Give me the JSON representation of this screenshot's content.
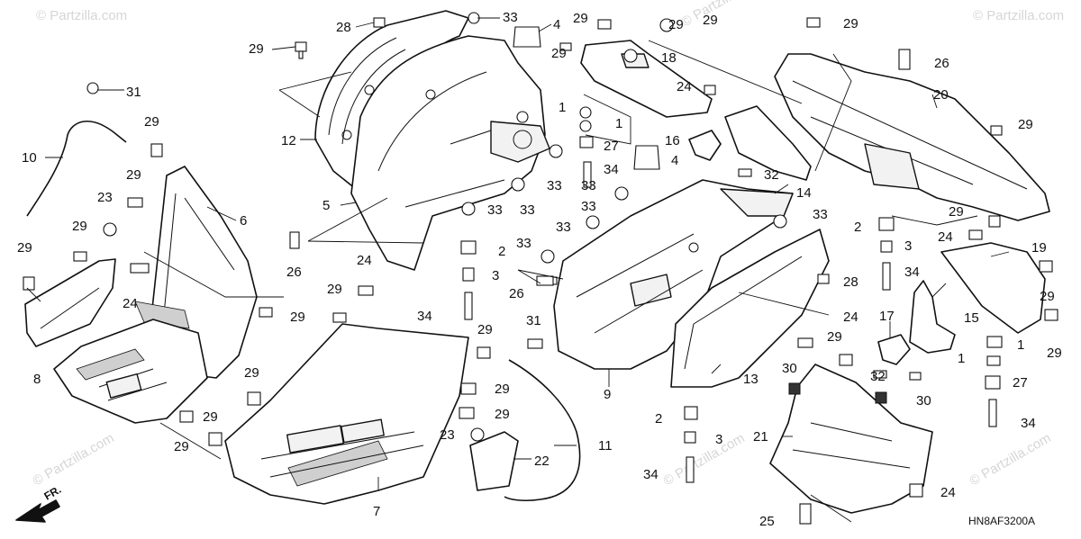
{
  "watermark": {
    "text": "© Partzilla.com"
  },
  "diagram_code": "HN8AF3200A",
  "direction_label": "FR.",
  "callouts": [
    {
      "id": "c1",
      "number": "1"
    },
    {
      "id": "c2",
      "number": "1"
    },
    {
      "id": "c3",
      "number": "1"
    },
    {
      "id": "c4",
      "number": "1"
    },
    {
      "id": "c5",
      "number": "2"
    },
    {
      "id": "c6",
      "number": "2"
    },
    {
      "id": "c7",
      "number": "2"
    },
    {
      "id": "c8",
      "number": "3"
    },
    {
      "id": "c9",
      "number": "3"
    },
    {
      "id": "c10",
      "number": "3"
    },
    {
      "id": "c11",
      "number": "4"
    },
    {
      "id": "c12",
      "number": "4"
    },
    {
      "id": "c13",
      "number": "5"
    },
    {
      "id": "c14",
      "number": "6"
    },
    {
      "id": "c15",
      "number": "7"
    },
    {
      "id": "c16",
      "number": "8"
    },
    {
      "id": "c17",
      "number": "9"
    },
    {
      "id": "c18",
      "number": "10"
    },
    {
      "id": "c19",
      "number": "11"
    },
    {
      "id": "c20",
      "number": "12"
    },
    {
      "id": "c21",
      "number": "13"
    },
    {
      "id": "c22",
      "number": "14"
    },
    {
      "id": "c23",
      "number": "15"
    },
    {
      "id": "c24",
      "number": "16"
    },
    {
      "id": "c25",
      "number": "17"
    },
    {
      "id": "c26",
      "number": "18"
    },
    {
      "id": "c27",
      "number": "19"
    },
    {
      "id": "c28",
      "number": "20"
    },
    {
      "id": "c29",
      "number": "21"
    },
    {
      "id": "c30",
      "number": "22"
    },
    {
      "id": "c31",
      "number": "23"
    },
    {
      "id": "c32",
      "number": "23"
    },
    {
      "id": "c33",
      "number": "24"
    },
    {
      "id": "c34",
      "number": "24"
    },
    {
      "id": "c35",
      "number": "24"
    },
    {
      "id": "c36",
      "number": "24"
    },
    {
      "id": "c37",
      "number": "24"
    },
    {
      "id": "c38",
      "number": "24"
    },
    {
      "id": "c39",
      "number": "25"
    },
    {
      "id": "c40",
      "number": "26"
    },
    {
      "id": "c41",
      "number": "26"
    },
    {
      "id": "c42",
      "number": "26"
    },
    {
      "id": "c43",
      "number": "27"
    },
    {
      "id": "c44",
      "number": "27"
    },
    {
      "id": "c45",
      "number": "28"
    },
    {
      "id": "c46",
      "number": "28"
    },
    {
      "id": "c47",
      "number": "29"
    },
    {
      "id": "c48",
      "number": "29"
    },
    {
      "id": "c49",
      "number": "29"
    },
    {
      "id": "c50",
      "number": "29"
    },
    {
      "id": "c51",
      "number": "29"
    },
    {
      "id": "c52",
      "number": "29"
    },
    {
      "id": "c53",
      "number": "29"
    },
    {
      "id": "c54",
      "number": "29"
    },
    {
      "id": "c55",
      "number": "29"
    },
    {
      "id": "c56",
      "number": "29"
    },
    {
      "id": "c57",
      "number": "29"
    },
    {
      "id": "c58",
      "number": "29"
    },
    {
      "id": "c59",
      "number": "29"
    },
    {
      "id": "c60",
      "number": "29"
    },
    {
      "id": "c61",
      "number": "29"
    },
    {
      "id": "c62",
      "number": "29"
    },
    {
      "id": "c63",
      "number": "29"
    },
    {
      "id": "c64",
      "number": "29"
    },
    {
      "id": "c65",
      "number": "29"
    },
    {
      "id": "c66",
      "number": "29"
    },
    {
      "id": "c67",
      "number": "29"
    },
    {
      "id": "c68",
      "number": "29"
    },
    {
      "id": "c69",
      "number": "29"
    },
    {
      "id": "c70",
      "number": "30"
    },
    {
      "id": "c71",
      "number": "30"
    },
    {
      "id": "c72",
      "number": "31"
    },
    {
      "id": "c73",
      "number": "31"
    },
    {
      "id": "c74",
      "number": "32"
    },
    {
      "id": "c75",
      "number": "32"
    },
    {
      "id": "c76",
      "number": "33"
    },
    {
      "id": "c77",
      "number": "33"
    },
    {
      "id": "c78",
      "number": "33"
    },
    {
      "id": "c79",
      "number": "33"
    },
    {
      "id": "c80",
      "number": "33"
    },
    {
      "id": "c81",
      "number": "33"
    },
    {
      "id": "c82",
      "number": "33"
    },
    {
      "id": "c83",
      "number": "33"
    },
    {
      "id": "c84",
      "number": "33"
    },
    {
      "id": "c85",
      "number": "34"
    },
    {
      "id": "c86",
      "number": "34"
    },
    {
      "id": "c87",
      "number": "34"
    },
    {
      "id": "c88",
      "number": "34"
    },
    {
      "id": "c89",
      "number": "34"
    }
  ]
}
